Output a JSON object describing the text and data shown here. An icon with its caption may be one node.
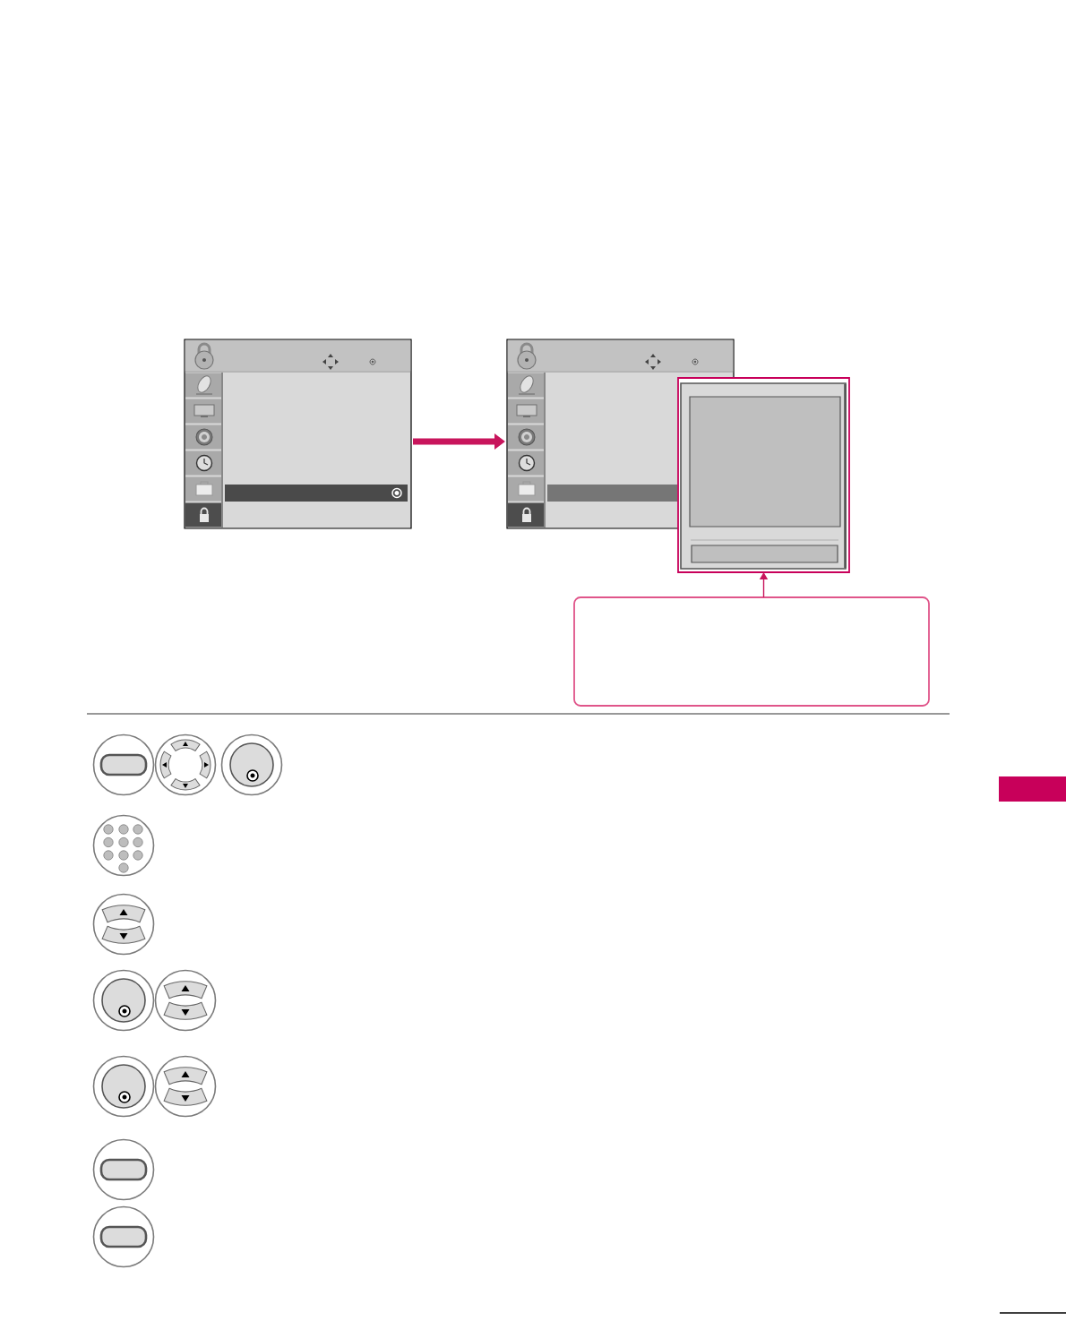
{
  "diagram": {
    "nodes": [
      {
        "text": [],
        "shape": "box"
      },
      {
        "text": [],
        "shape": "box"
      },
      {
        "text": [],
        "shape": "box"
      },
      {
        "text": [],
        "shape": "box",
        "in": 2
      },
      {
        "text": [],
        "shape": "box",
        "in": 2
      },
      {
        "text": [],
        "shape": "box"
      },
      {
        "text": [],
        "shape": "box"
      }
    ],
    "edges": [
      {
        "from": 0,
        "to": 1,
        "arrow": "to",
        "style": "thick"
      },
      {
        "from": 5,
        "to": 2,
        "arrow": "to"
      }
    ]
  }
}
